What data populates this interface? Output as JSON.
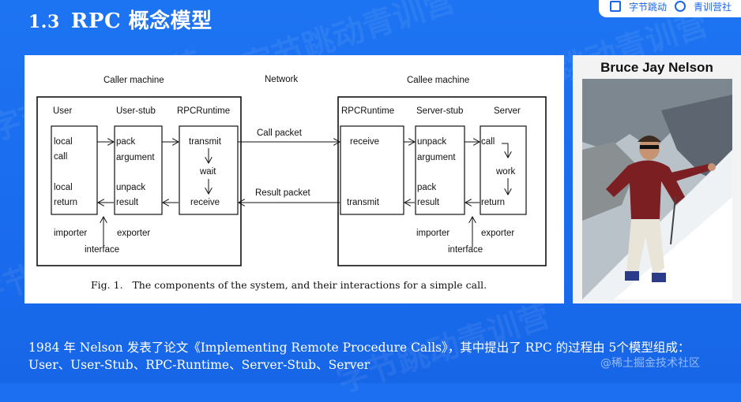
{
  "slide": {
    "section_number": "1.3",
    "title": "RPC 概念模型",
    "brand_left": "字节跳动",
    "brand_right": "青训营社",
    "watermark_text": "字节跳动青训营"
  },
  "diagram": {
    "labels": {
      "caller_machine": "Caller machine",
      "network": "Network",
      "callee_machine": "Callee machine",
      "user": "User",
      "user_stub": "User-stub",
      "rpc_runtime_left": "RPCRuntime",
      "rpc_runtime_right": "RPCRuntime",
      "server_stub": "Server-stub",
      "server": "Server",
      "local_call_1": "local",
      "local_call_2": "call",
      "local_return_1": "local",
      "local_return_2": "return",
      "pack_argument_1": "pack",
      "pack_argument_2": "argument",
      "unpack_result_1": "unpack",
      "unpack_result_2": "result",
      "transmit_left": "transmit",
      "wait": "wait",
      "receive_left": "receive",
      "call_packet": "Call packet",
      "result_packet": "Result packet",
      "receive_right": "receive",
      "transmit_right": "transmit",
      "unpack_argument_1": "unpack",
      "unpack_argument_2": "argument",
      "pack_result_1": "pack",
      "pack_result_2": "result",
      "call": "call",
      "work": "work",
      "return": "return",
      "importer_left": "importer",
      "exporter_left": "exporter",
      "interface_left": "interface",
      "importer_right": "importer",
      "exporter_right": "exporter",
      "interface_right": "interface"
    },
    "figure_caption": "Fig. 1.   The components of the system, and their interactions for a simple call."
  },
  "photo": {
    "title": "Bruce Jay Nelson"
  },
  "caption": {
    "text": "1984 年 Nelson 发表了论文《Implementing Remote Procedure Calls》，其中提出了 RPC 的过程由 5个模型组成：User、User-Stub、RPC-Runtime、Server-Stub、Server"
  },
  "footer": {
    "watermark": "@稀土掘金技术社区"
  }
}
